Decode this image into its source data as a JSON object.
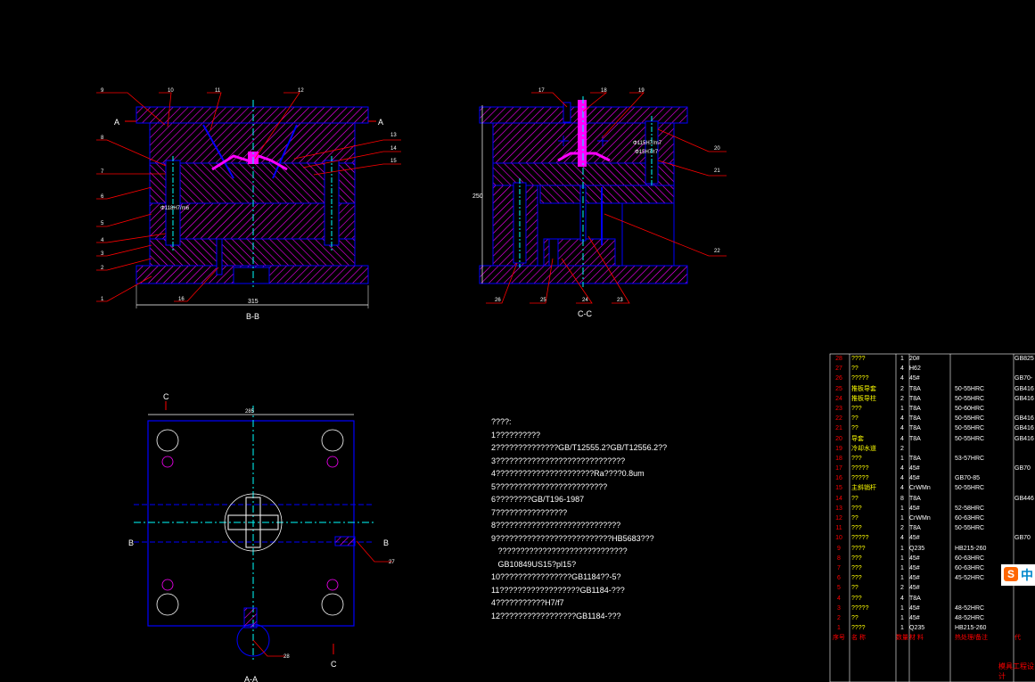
{
  "views": {
    "bb_label": "B-B",
    "cc_label": "C-C",
    "aa_label": "A-A",
    "section_a": "A",
    "section_b": "B",
    "section_c": "C",
    "dim_width_bb": "315",
    "dim_height_cc": "250",
    "dim_width_top": "285",
    "fit_bb": "Φ118H7/m6",
    "fit_cc_1": "Φ115H7/m7",
    "fit_cc_2": "Φ15H7/r7"
  },
  "balloons_bb": [
    "9",
    "10",
    "11",
    "12",
    "13",
    "14",
    "15",
    "8",
    "7",
    "6",
    "5",
    "4",
    "3",
    "2",
    "1",
    "16"
  ],
  "balloons_cc": [
    "17",
    "18",
    "19",
    "20",
    "21",
    "22",
    "26",
    "25",
    "24",
    "23"
  ],
  "balloons_plan": [
    "27",
    "28"
  ],
  "notes": [
    "????:",
    "1??????????",
    "2??????????????GB/T12555.2?GB/T12556.2??",
    "3?????????????????????????????",
    "4??????????????????????Ra????0.8um",
    "5?????????????????????????",
    "6????????GB/T196-1987",
    "7????????????????",
    "8????????????????????????????",
    "9??????????????????????????HB5683???",
    "   ?????????????????????????????",
    "   GB10849US15?pl15?",
    "10????????????????GB1184??-5?",
    "11??????????????????GB1184-???",
    "4???????????H7/f7",
    "12?????????????????GB1184-???"
  ],
  "bom": [
    {
      "no": "28",
      "name": "????",
      "qty": "1",
      "mat": "20#",
      "hard": "",
      "std": "GB825"
    },
    {
      "no": "27",
      "name": "??",
      "qty": "4",
      "mat": "H62",
      "hard": "",
      "std": ""
    },
    {
      "no": "26",
      "name": "?????",
      "qty": "4",
      "mat": "45#",
      "hard": "",
      "std": "GB70-"
    },
    {
      "no": "25",
      "name": "推板导套",
      "qty": "2",
      "mat": "T8A",
      "hard": "50-55HRC",
      "std": "GB416"
    },
    {
      "no": "24",
      "name": "推板导柱",
      "qty": "2",
      "mat": "T8A",
      "hard": "50-55HRC",
      "std": "GB416"
    },
    {
      "no": "23",
      "name": "???",
      "qty": "1",
      "mat": "T8A",
      "hard": "50-60HRC",
      "std": ""
    },
    {
      "no": "22",
      "name": "??",
      "qty": "4",
      "mat": "T8A",
      "hard": "50-55HRC",
      "std": "GB416"
    },
    {
      "no": "21",
      "name": "??",
      "qty": "4",
      "mat": "T8A",
      "hard": "50-55HRC",
      "std": "GB416"
    },
    {
      "no": "20",
      "name": "导套",
      "qty": "4",
      "mat": "T8A",
      "hard": "50-55HRC",
      "std": "GB416"
    },
    {
      "no": "19",
      "name": "冷却水道",
      "qty": "2",
      "mat": "",
      "hard": "",
      "std": ""
    },
    {
      "no": "18",
      "name": "???",
      "qty": "1",
      "mat": "T8A",
      "hard": "53-57HRC",
      "std": ""
    },
    {
      "no": "17",
      "name": "?????",
      "qty": "4",
      "mat": "45#",
      "hard": "",
      "std": "GB70"
    },
    {
      "no": "16",
      "name": "?????",
      "qty": "4",
      "mat": "45#",
      "hard": "GB70-85",
      "std": ""
    },
    {
      "no": "15",
      "name": "主斜销杆",
      "qty": "4",
      "mat": "CrWMn",
      "hard": "50-55HRC",
      "std": ""
    },
    {
      "no": "14",
      "name": "??",
      "qty": "8",
      "mat": "T8A",
      "hard": "",
      "std": "GB446"
    },
    {
      "no": "13",
      "name": "???",
      "qty": "1",
      "mat": "45#",
      "hard": "52-58HRC",
      "std": ""
    },
    {
      "no": "12",
      "name": "??",
      "qty": "1",
      "mat": "CrWMn",
      "hard": "60-63HRC",
      "std": ""
    },
    {
      "no": "11",
      "name": "???",
      "qty": "2",
      "mat": "T8A",
      "hard": "50-55HRC",
      "std": ""
    },
    {
      "no": "10",
      "name": "?????",
      "qty": "4",
      "mat": "45#",
      "hard": "",
      "std": "GB70"
    },
    {
      "no": "9",
      "name": "????",
      "qty": "1",
      "mat": "Q235",
      "hard": "HB215-260",
      "std": ""
    },
    {
      "no": "8",
      "name": "???",
      "qty": "1",
      "mat": "45#",
      "hard": "60-63HRC",
      "std": ""
    },
    {
      "no": "7",
      "name": "???",
      "qty": "1",
      "mat": "45#",
      "hard": "60-63HRC",
      "std": ""
    },
    {
      "no": "6",
      "name": "???",
      "qty": "1",
      "mat": "45#",
      "hard": "45-52HRC",
      "std": ""
    },
    {
      "no": "5",
      "name": "??",
      "qty": "2",
      "mat": "45#",
      "hard": "",
      "std": ""
    },
    {
      "no": "4",
      "name": "???",
      "qty": "4",
      "mat": "T8A",
      "hard": "",
      "std": ""
    },
    {
      "no": "3",
      "name": "?????",
      "qty": "1",
      "mat": "45#",
      "hard": "48-52HRC",
      "std": ""
    },
    {
      "no": "2",
      "name": "??",
      "qty": "1",
      "mat": "45#",
      "hard": "48-52HRC",
      "std": ""
    },
    {
      "no": "1",
      "name": "????",
      "qty": "1",
      "mat": "Q235",
      "hard": "HB215-260",
      "std": ""
    }
  ],
  "bom_header": {
    "no": "序号",
    "name": "名  称",
    "qty": "数量",
    "mat": "材  料",
    "hard": "热处理/备注",
    "std": "代"
  },
  "logo": {
    "s": "S",
    "z": "中"
  },
  "stamp": "模具工程设计",
  "colors": {
    "outline": "#0000ff",
    "hatch": "#ff00ff",
    "centerline": "#00ffff",
    "leader": "#ff0000",
    "text": "#ffffff",
    "bom_number": "#ff0000",
    "bom_name": "#ffff00"
  }
}
